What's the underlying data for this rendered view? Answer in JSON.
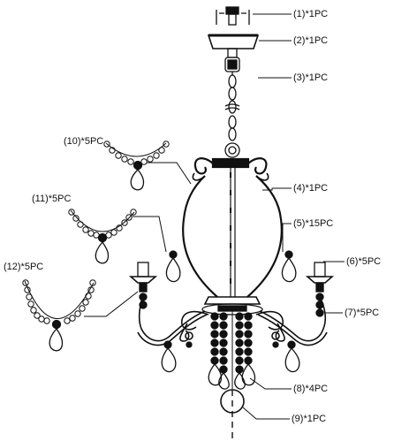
{
  "callouts": {
    "c1": "(1)*1PC",
    "c2": "(2)*1PC",
    "c3": "(3)*1PC",
    "c4": "(4)*1PC",
    "c5": "(5)*15PC",
    "c6": "(6)*5PC",
    "c7": "(7)*5PC",
    "c8": "(8)*4PC",
    "c9": "(9)*1PC",
    "c10": "(10)*5PC",
    "c11": "(11)*5PC",
    "c12": "(12)*5PC"
  },
  "colors": {
    "line": "#111111",
    "fill_dark": "#1a1a1a",
    "background": "#ffffff"
  }
}
